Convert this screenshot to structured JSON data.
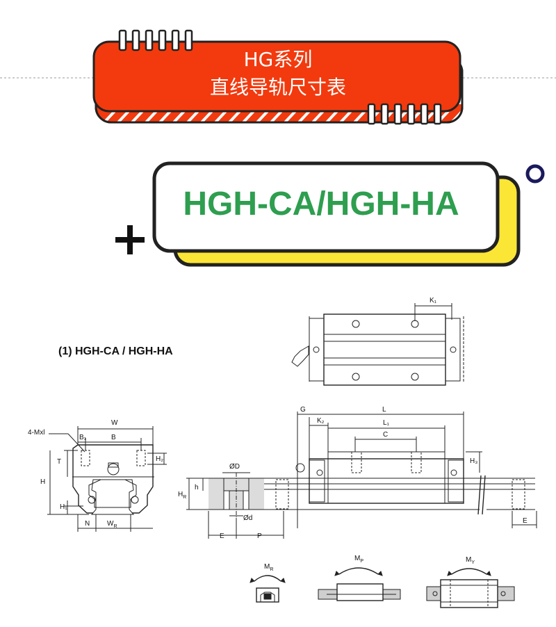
{
  "banner": {
    "line1": "HG系列",
    "line2": "直线导轨尺寸表",
    "bg_color": "#f23a0e"
  },
  "model_box": {
    "title": "HGH-CA/HGH-HA",
    "title_color": "#2e9e4f",
    "shadow_color": "#fbe636"
  },
  "diagram": {
    "section_title": "(1) HGH-CA / HGH-HA",
    "labels": {
      "K1": "K₁",
      "W": "W",
      "B1": "B₁",
      "B": "B",
      "mxl": "4-Mxl",
      "T": "T",
      "H2": "H₂",
      "H": "H",
      "H1": "H₁",
      "N": "N",
      "WR": "W",
      "WR_sub": "R",
      "G": "G",
      "L": "L",
      "K2": "K₂",
      "L1": "L₁",
      "C": "C",
      "H3": "H₃",
      "OD": "ØD",
      "h": "h",
      "HR": "H",
      "HR_sub": "R",
      "Od": "Ød",
      "E": "E",
      "P": "P",
      "E2": "E",
      "MR": "M",
      "MR_sub": "R",
      "MP": "M",
      "MP_sub": "P",
      "MY": "M",
      "MY_sub": "Y"
    }
  }
}
